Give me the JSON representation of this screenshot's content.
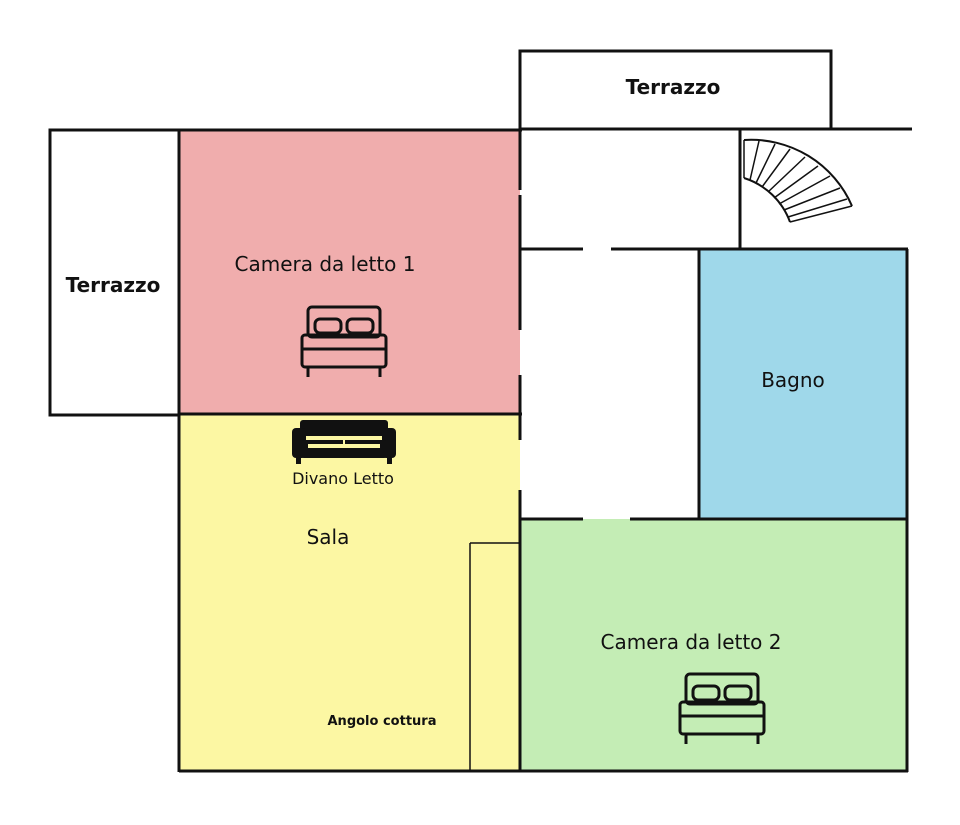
{
  "rooms": {
    "terrace_top": "Terrazzo",
    "terrace_left": "Terrazzo",
    "bedroom1": "Camera da letto 1",
    "bathroom": "Bagno",
    "living": "Sala",
    "sofa_bed": "Divano Letto",
    "kitchenette": "Angolo cottura",
    "bedroom2": "Camera da letto 2"
  },
  "colors": {
    "bedroom1": "#f0adad",
    "bathroom": "#9fd8ea",
    "living": "#fcf7a3",
    "bedroom2": "#c4edb5",
    "wall": "#111111"
  },
  "icons": {
    "bed1": "double-bed-icon",
    "bed2": "double-bed-icon",
    "sofa": "sofa-icon",
    "stairs": "spiral-stairs-icon"
  }
}
